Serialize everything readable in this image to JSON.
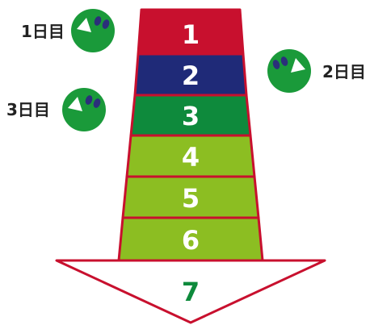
{
  "colors": {
    "red": "#c8102e",
    "navy": "#1f2a78",
    "green": "#0e8a3c",
    "lime": "#8cbe22",
    "border": "#c8102e",
    "arrow_fill": "#ffffff",
    "number_green": "#0e8a3c",
    "face_green": "#1a9a3a",
    "face_eye": "#2b2f7a"
  },
  "levels": [
    {
      "label": "1",
      "color": "red"
    },
    {
      "label": "2",
      "color": "navy"
    },
    {
      "label": "3",
      "color": "green"
    },
    {
      "label": "4",
      "color": "lime"
    },
    {
      "label": "5",
      "color": "lime"
    },
    {
      "label": "6",
      "color": "lime"
    }
  ],
  "arrow_label": "7",
  "day_markers": [
    {
      "label": "1日目",
      "icon": "face-icon"
    },
    {
      "label": "2日目",
      "icon": "face-icon"
    },
    {
      "label": "3日目",
      "icon": "face-icon"
    }
  ]
}
